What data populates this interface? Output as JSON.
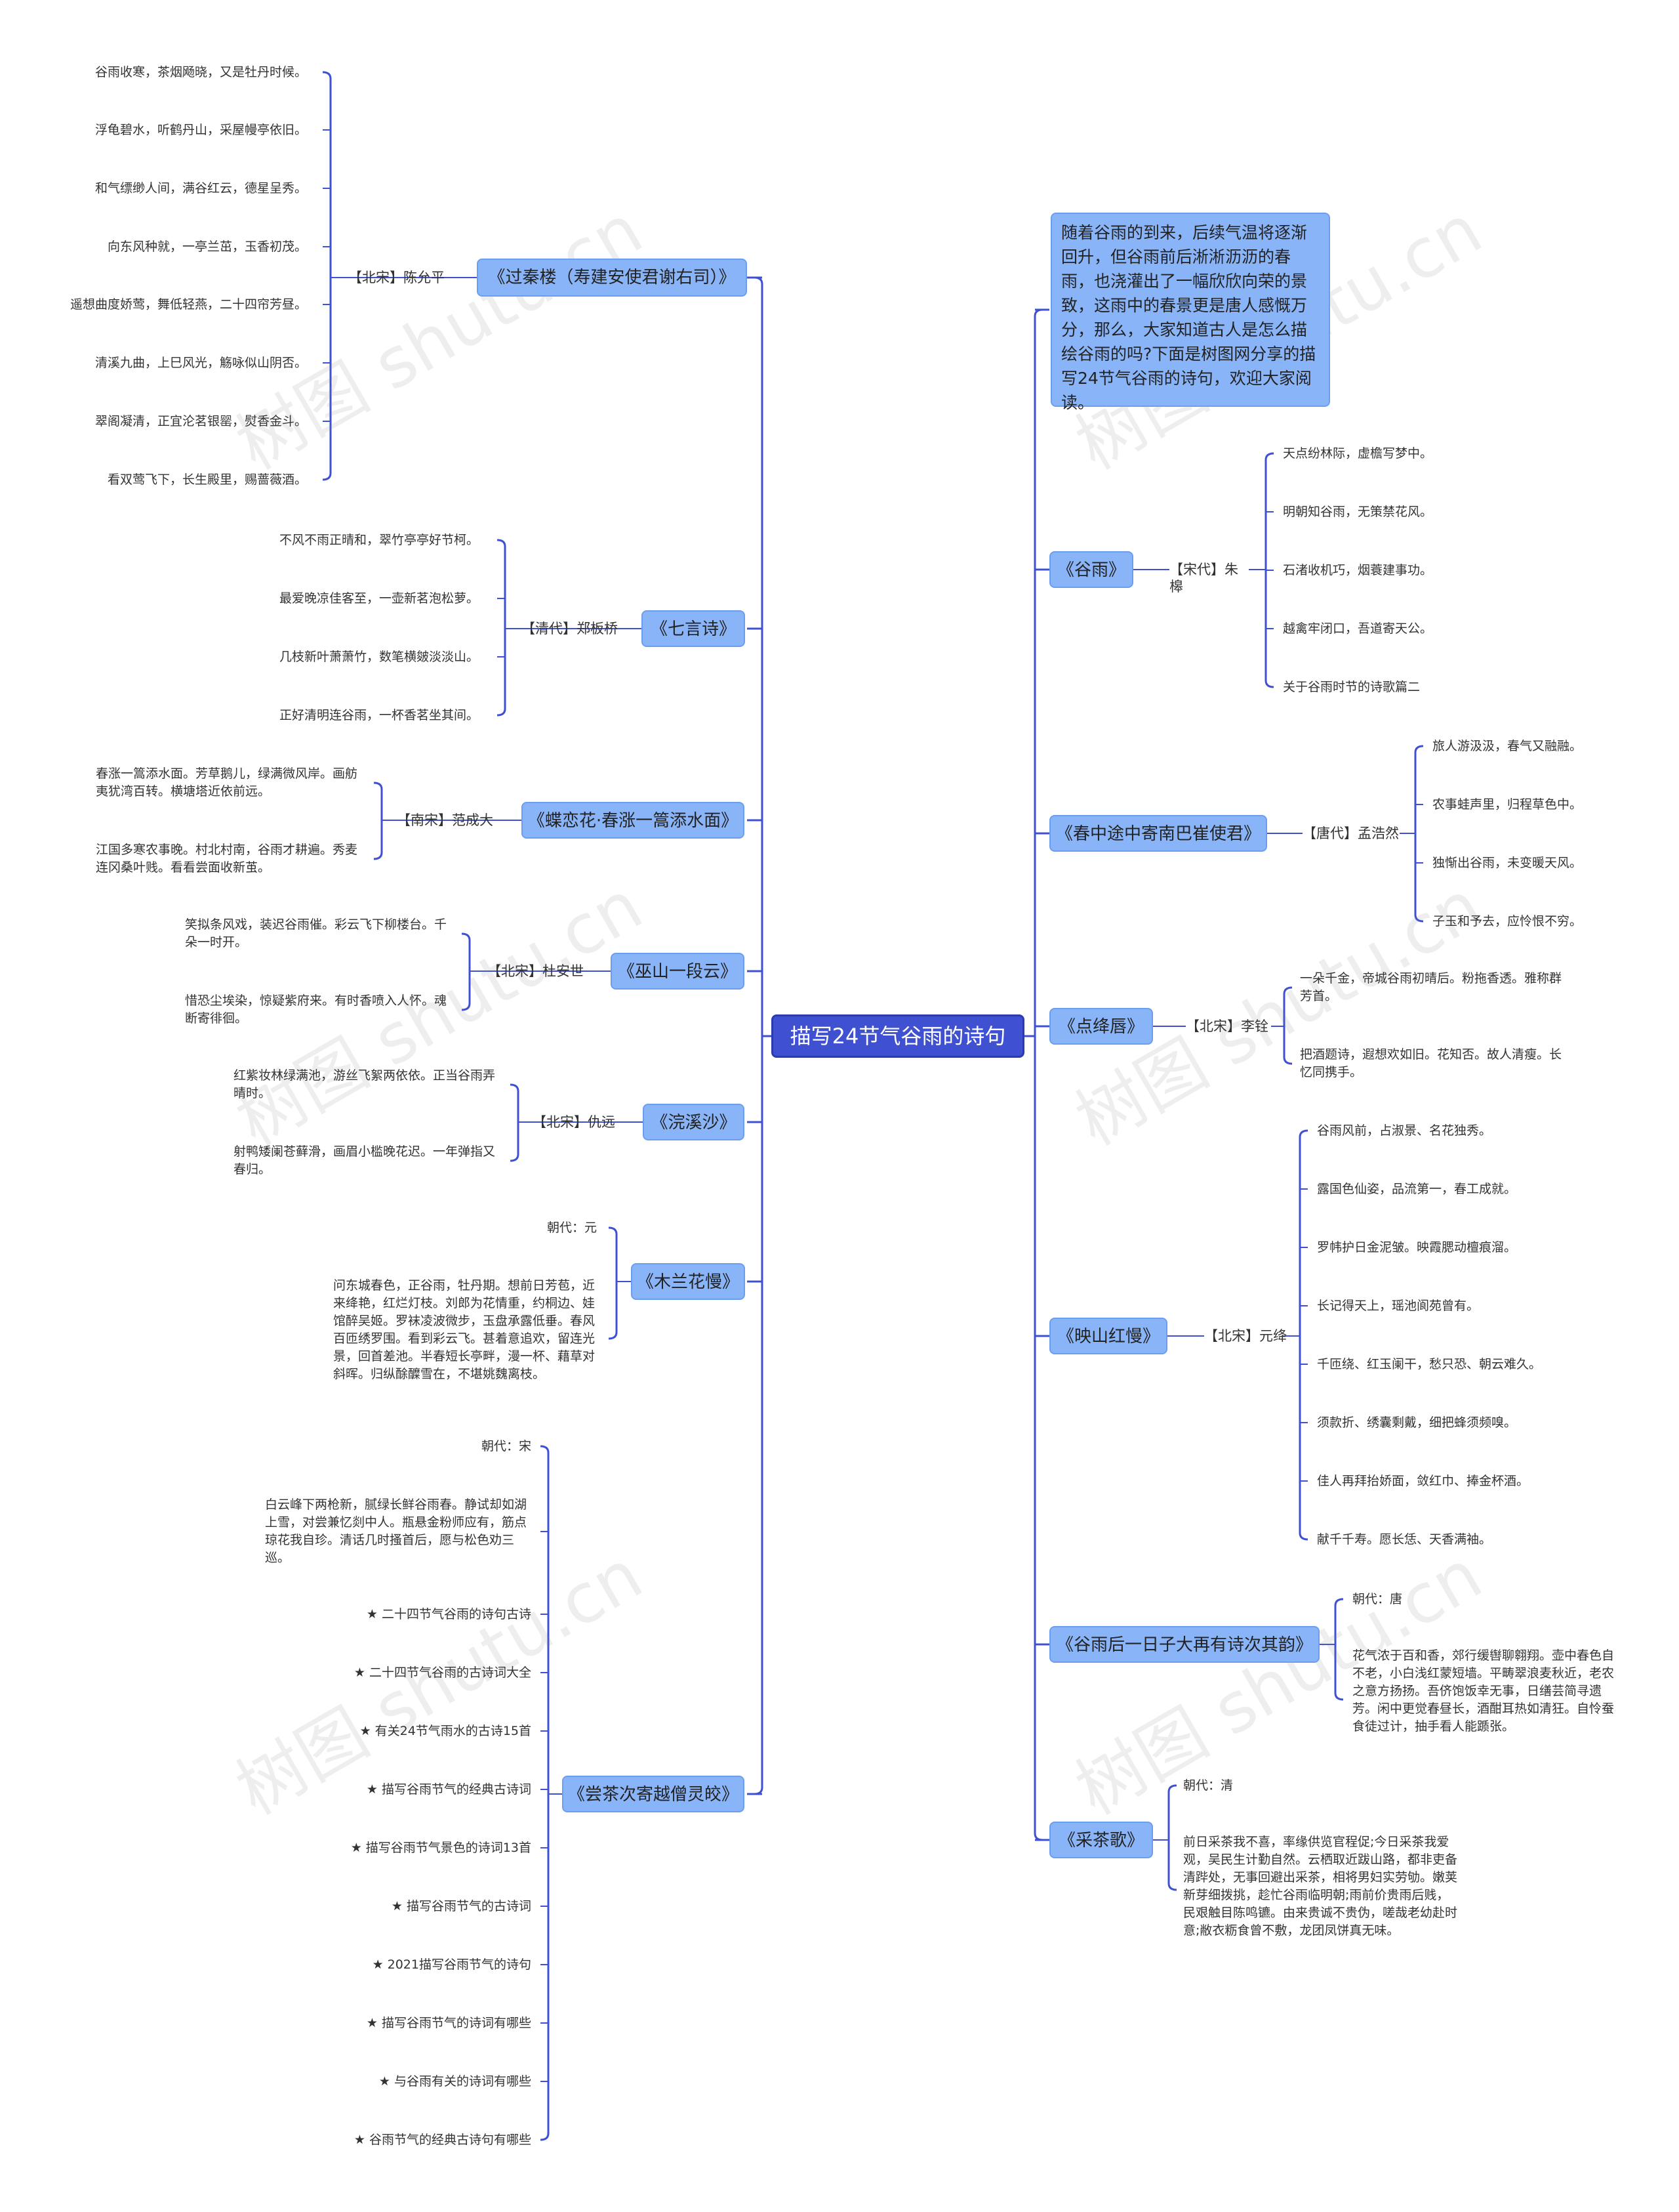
{
  "root": "描写24节气谷雨的诗句",
  "watermark": "树图 shutu.cn",
  "left": [
    {
      "title": "《过秦楼（寿建安使君谢右司）》",
      "author": "【北宋】陈允平",
      "lines": [
        "谷雨收寒，茶烟飏晓，又是牡丹时候。",
        "浮龟碧水，听鹤丹山，采屋幔亭依旧。",
        "和气缥缈人间，满谷红云，德星呈秀。",
        "向东风种就，一亭兰茁，玉香初茂。",
        "遥想曲度娇莺，舞低轻燕，二十四帘芳昼。",
        "清溪九曲，上巳风光，觞咏似山阴否。",
        "翠阁凝清，正宜沦茗银罂，熨香金斗。",
        "看双莺飞下，长生殿里，赐蔷薇酒。"
      ]
    },
    {
      "title": "《七言诗》",
      "author": "【清代】郑板桥",
      "lines": [
        "不风不雨正晴和，翠竹亭亭好节柯。",
        "最爱晚凉佳客至，一壶新茗泡松萝。",
        "几枝新叶萧萧竹，数笔横皴淡淡山。",
        "正好清明连谷雨，一杯香茗坐其间。"
      ]
    },
    {
      "title": "《蝶恋花·春涨一篙添水面》",
      "author": "【南宋】范成大",
      "lines": [
        "春涨一篙添水面。芳草鹅儿，绿满微风岸。画舫夷犹湾百转。横塘塔近依前远。",
        "江国多寒农事晚。村北村南，谷雨才耕遍。秀麦连冈桑叶贱。看看尝面收新茧。"
      ]
    },
    {
      "title": "《巫山一段云》",
      "author": "【北宋】杜安世",
      "lines": [
        "笑拟条风戏，装迟谷雨催。彩云飞下柳楼台。千朵一时开。",
        "惜恐尘埃染，惊疑紫府来。有时香喷入人怀。魂断寄徘徊。"
      ]
    },
    {
      "title": "《浣溪沙》",
      "author": "【北宋】仇远",
      "lines": [
        "红紫妆林绿满池，游丝飞絮两依依。正当谷雨弄晴时。",
        "射鸭矮阑苍藓滑，画眉小槛晚花迟。一年弹指又春归。"
      ]
    },
    {
      "title": "《木兰花慢》",
      "author": "",
      "lines": [
        "朝代：元",
        "问东城春色，正谷雨，牡丹期。想前日芳苞，近来绛艳，红烂灯枝。刘郎为花情重，约桐边、娃馆醉吴姬。罗袜凌波微步，玉盘承露低垂。春风百匝绣罗围。看到彩云飞。甚着意追欢，留连光景，回首差池。半春短长亭畔，漫一杯、藉草对斜晖。归纵酴醾雪在，不堪姚魏离枝。"
      ]
    },
    {
      "title": "《尝茶次寄越僧灵皎》",
      "author": "",
      "lines": [
        "朝代：宋",
        "白云峰下两枪新，腻绿长鲜谷雨春。静试却如湖上雪，对尝兼忆剡中人。瓶悬金粉师应有，筋点琼花我自珍。清话几时搔首后，愿与松色劝三巡。",
        "★ 二十四节气谷雨的诗句古诗",
        "★ 二十四节气谷雨的古诗词大全",
        "★ 有关24节气雨水的古诗15首",
        "★ 描写谷雨节气的经典古诗词",
        "★ 描写谷雨节气景色的诗词13首",
        "★ 描写谷雨节气的古诗词",
        "★ 2021描写谷雨节气的诗句",
        "★ 描写谷雨节气的诗词有哪些",
        "★ 与谷雨有关的诗词有哪些",
        "★ 谷雨节气的经典古诗句有哪些"
      ]
    }
  ],
  "intro": "随着谷雨的到来，后续气温将逐渐回升，但谷雨前后淅淅沥沥的春雨，也浇灌出了一幅欣欣向荣的景致，这雨中的春景更是唐人感慨万分，那么，大家知道古人是怎么描绘谷雨的吗?下面是树图网分享的描写24节气谷雨的诗句，欢迎大家阅读。",
  "right": [
    {
      "title": "《谷雨》",
      "author": "【宋代】朱槔",
      "lines": [
        "天点纷林际，虚檐写梦中。",
        "明朝知谷雨，无策禁花风。",
        "石渚收机巧，烟蓑建事功。",
        "越禽牢闭口，吾道寄天公。",
        "关于谷雨时节的诗歌篇二"
      ]
    },
    {
      "title": "《春中途中寄南巴崔使君》",
      "author": "【唐代】孟浩然",
      "lines": [
        "旅人游汲汲，春气又融融。",
        "农事蛙声里，归程草色中。",
        "独惭出谷雨，未变暖天风。",
        "子玉和予去，应怜恨不穷。"
      ]
    },
    {
      "title": "《点绛唇》",
      "author": "【北宋】李铨",
      "lines": [
        "一朵千金，帝城谷雨初晴后。粉拖香透。雅称群芳首。",
        "把酒题诗，遐想欢如旧。花知否。故人清瘦。长忆同携手。"
      ]
    },
    {
      "title": "《映山红慢》",
      "author": "【北宋】元绛",
      "lines": [
        "谷雨风前，占淑景、名花独秀。",
        "露国色仙姿，品流第一，春工成就。",
        "罗帏护日金泥皱。映霞腮动檀痕溜。",
        "长记得天上，瑶池阆苑曾有。",
        "千匝绕、红玉阑干，愁只恐、朝云难久。",
        "须款折、绣囊剩戴，细把蜂须频嗅。",
        "佳人再拜抬娇面，敛红巾、捧金杯酒。",
        "献千千寿。愿长恁、天香满袖。"
      ]
    },
    {
      "title": "《谷雨后一日子大再有诗次其韵》",
      "author": "",
      "lines": [
        "朝代：唐",
        "花气浓于百和香，郊行缓辔聊翱翔。壶中春色自不老，小白浅红蒙短墙。平畴翠浪麦秋近，老农之意方扬扬。吾侪饱饭幸无事，日缮芸简寻遗芳。闲中更觉春昼长，酒酣耳热如清狂。自怜蚕食徒过计，抽手看人能踬张。"
      ]
    },
    {
      "title": "《采茶歌》",
      "author": "",
      "lines": [
        "朝代：清",
        "前日采茶我不喜，率缘供览官程促;今日采茶我爱观，吴民生计勤自然。云栖取近跋山路，都非吏备清跸处，无事回避出采茶，相将男妇实劳劬。嫩荚新芽细拨挑，趁忙谷雨临明朝;雨前价贵雨后贱，民艰触目陈鸣镳。由来贵诚不贵伪，嗟哉老幼赴时意;敝衣粝食曾不敷，龙团凤饼真无味。"
      ]
    }
  ]
}
